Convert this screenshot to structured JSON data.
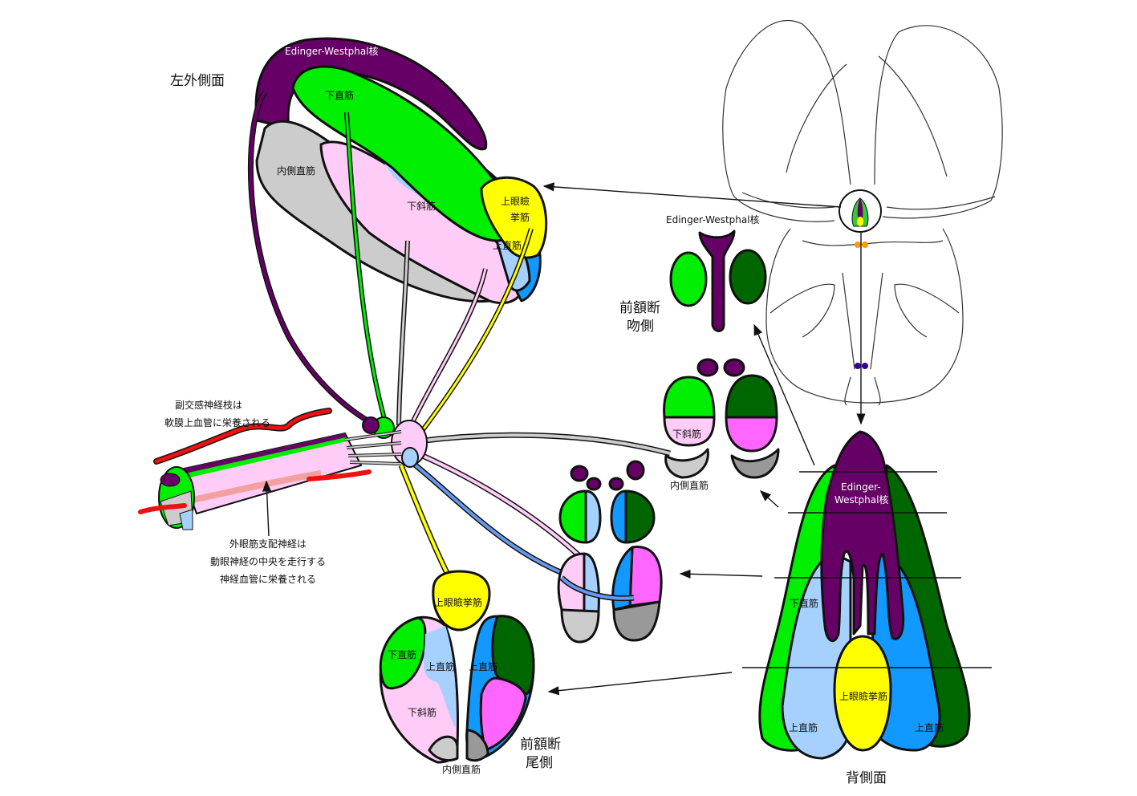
{
  "colors": {
    "purple": "#660066",
    "bright_green": "#00ee00",
    "dark_green": "#006600",
    "pink": "#ffccf7",
    "magenta": "#ff66ff",
    "light_blue": "#a6d1ff",
    "blue": "#1199ff",
    "yellow": "#ffff00",
    "light_gray": "#cccccc",
    "dark_gray": "#999999",
    "red": "#ee1111",
    "salmon": "#f4a0a0",
    "nerve_blue": "#6699ee",
    "orange": "#ff9900",
    "indigo": "#330099"
  },
  "lateral_view": {
    "title": "左外側面",
    "labels": {
      "ew": "Edinger-Westphal核",
      "inferior_rectus": "下直筋",
      "medial_rectus": "内側直筋",
      "inferior_oblique": "下斜筋",
      "levator_1": "上眼瞼",
      "levator_2": "挙筋",
      "superior_rectus": "上直筋"
    }
  },
  "nerve_annotations": {
    "parasympathetic_1": "副交感神経枝は",
    "parasympathetic_2": "軟膜上血管に栄養される",
    "motor_1": "外眼筋支配神経は",
    "motor_2": "動眼神経の中央を走行する",
    "motor_3": "神経血管に栄養される"
  },
  "rostral_section": {
    "ew_label": "Edinger-Westphal核",
    "title_1": "前額断",
    "title_2": "吻側",
    "inferior_oblique": "下斜筋",
    "medial_rectus": "内側直筋"
  },
  "caudal_section": {
    "title_1": "前額断",
    "title_2": "尾側",
    "levator": "上眼瞼挙筋",
    "inferior_rectus": "下直筋",
    "superior_rectus_l": "上直筋",
    "superior_rectus_r": "上直筋",
    "inferior_oblique": "下斜筋",
    "medial_rectus": "内側直筋"
  },
  "dorsal_view": {
    "title": "背側面",
    "ew_1": "Edinger-",
    "ew_2": "Westphal核",
    "inferior_rectus": "下直筋",
    "superior_rectus_l": "上直筋",
    "superior_rectus_r": "上直筋",
    "levator": "上眼瞼挙筋"
  }
}
